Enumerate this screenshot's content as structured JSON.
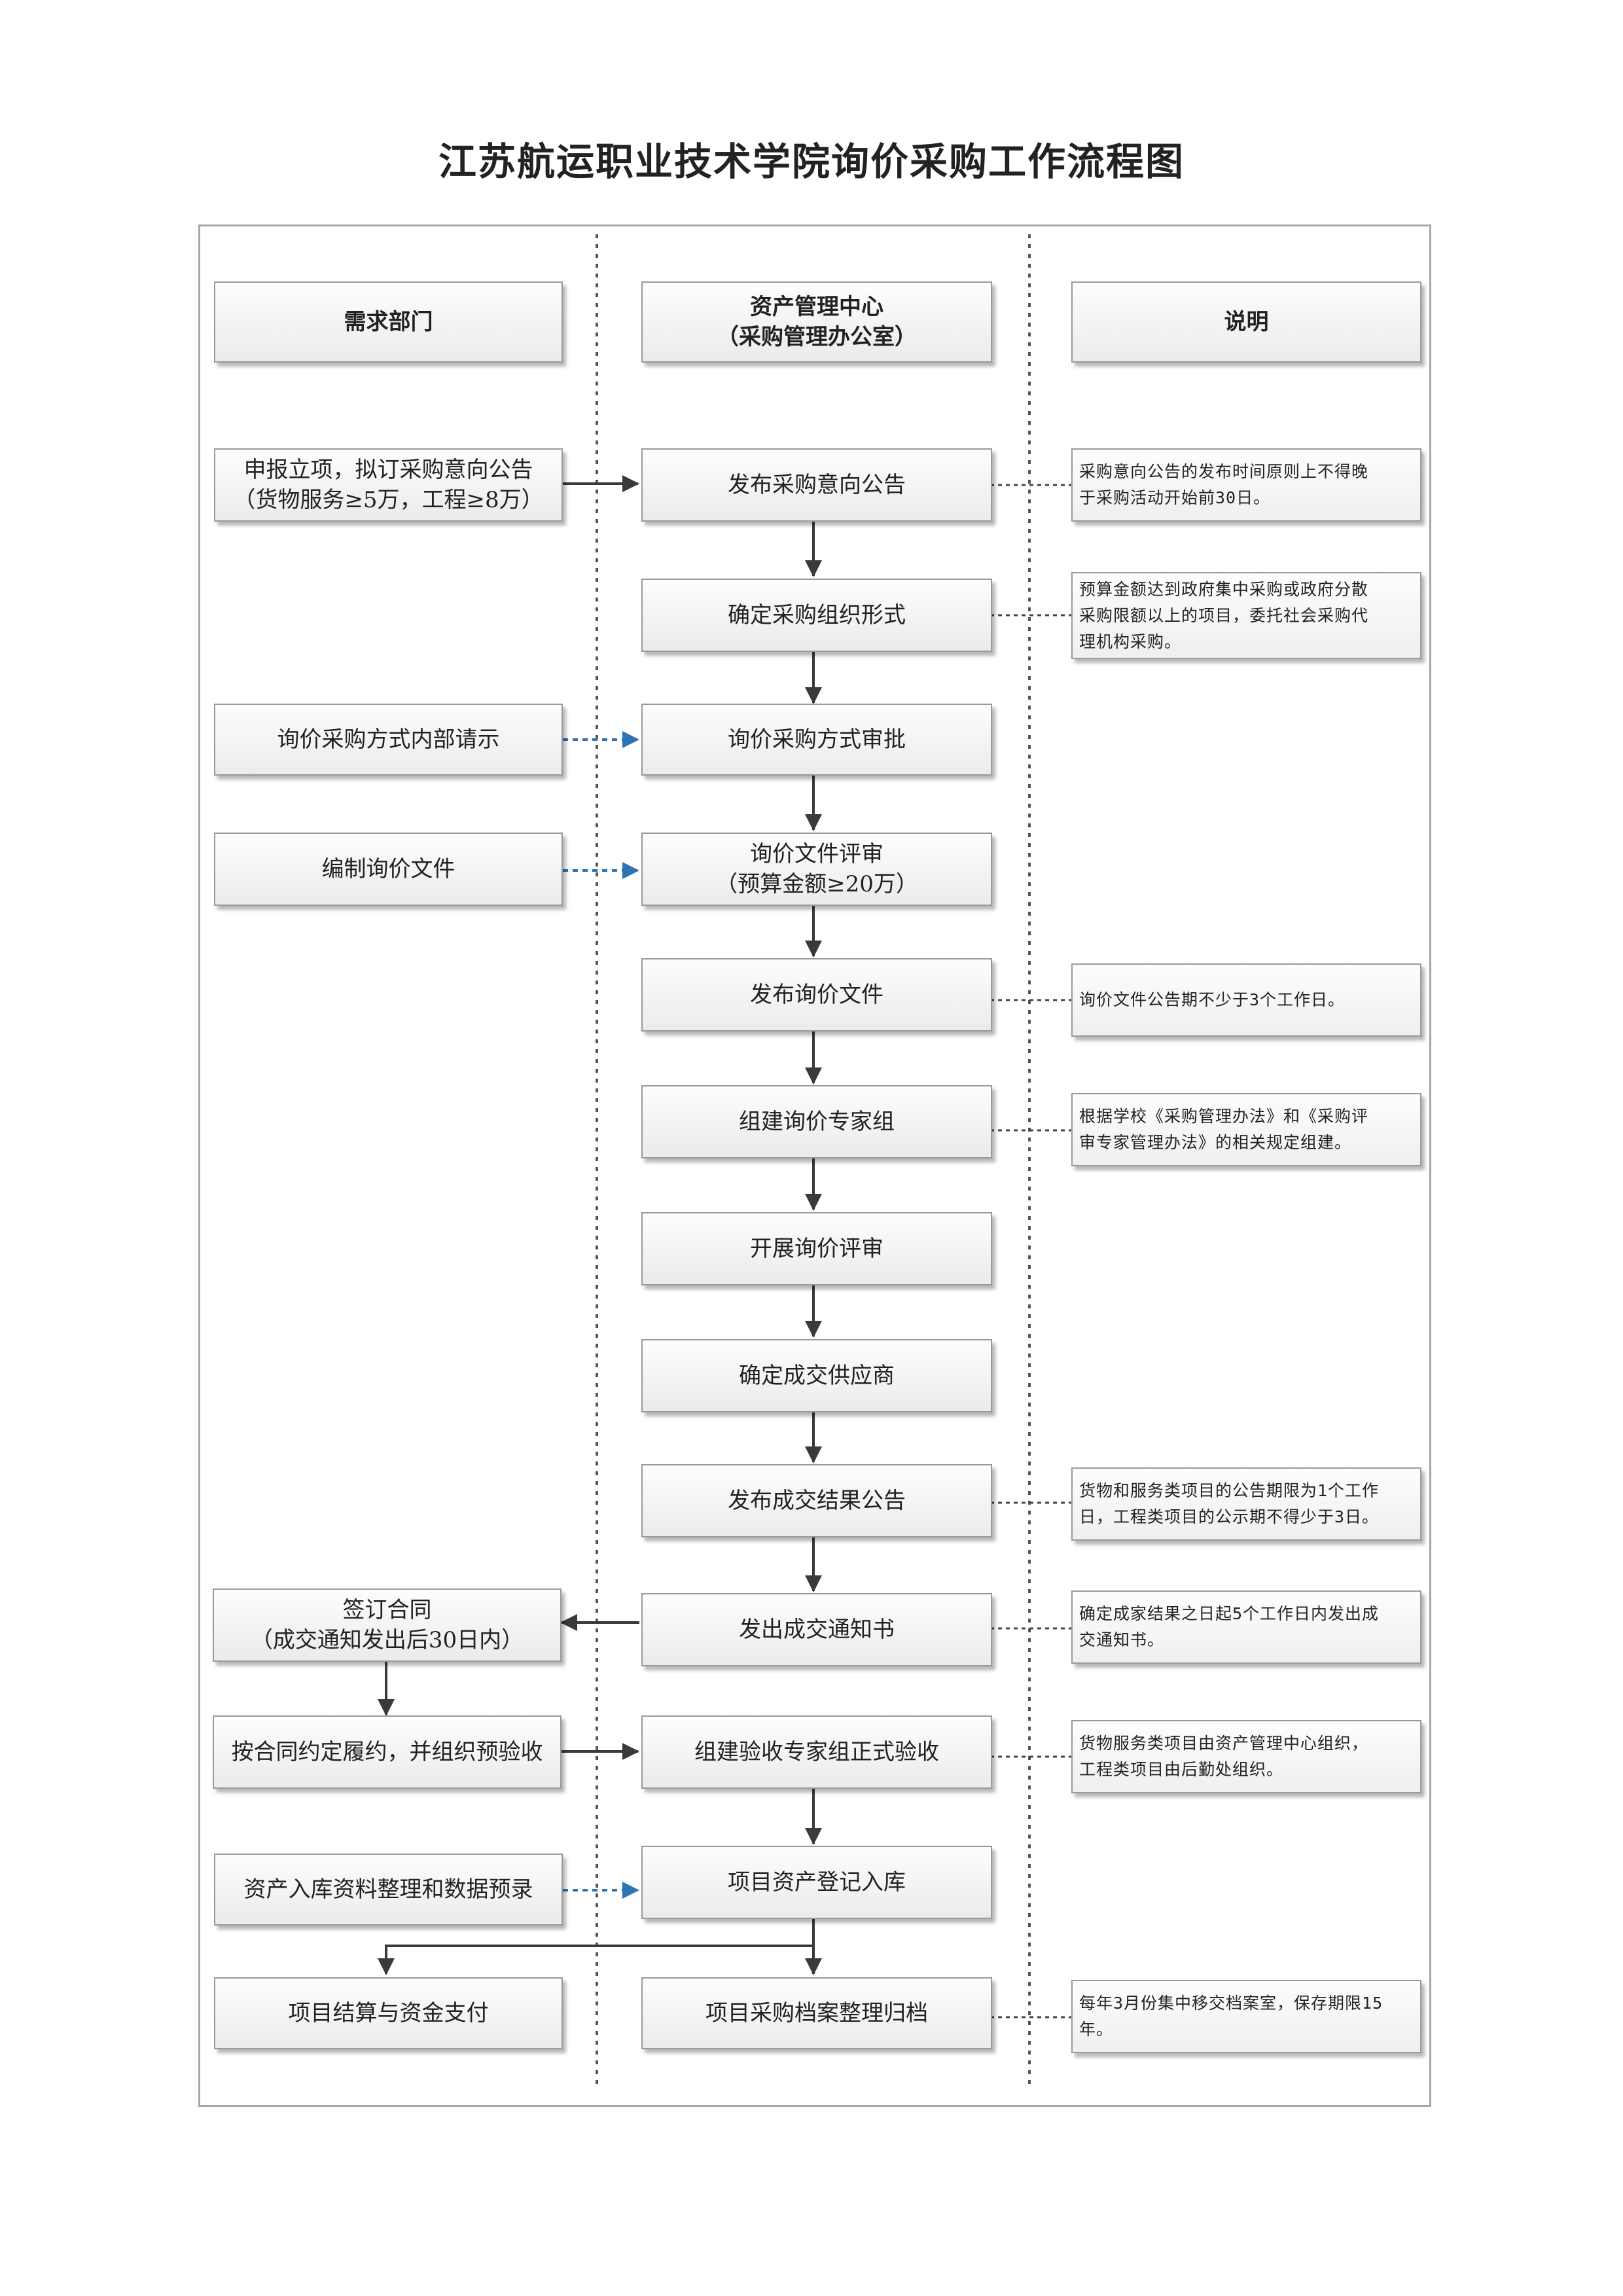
{
  "title": "江苏航运职业技术学院询价采购工作流程图",
  "headers": {
    "demand": "需求部门",
    "center_line1": "资产管理中心",
    "center_line2": "（采购管理办公室）",
    "notes": "说明"
  },
  "left": {
    "apply_line1": "申报立项，拟订采购意向公告",
    "apply_line2": "（货物服务≥5万，工程≥8万）",
    "inquiry_request": "询价采购方式内部请示",
    "compile_docs": "编制询价文件",
    "sign_line1": "签订合同",
    "sign_line2": "（成交通知发出后30日内）",
    "perform": "按合同约定履约，并组织预验收",
    "asset_data": "资产入库资料整理和数据预录",
    "settlement": "项目结算与资金支付"
  },
  "center": {
    "publish_intent": "发布采购意向公告",
    "org_form": "确定采购组织形式",
    "approval": "询价采购方式审批",
    "review_line1": "询价文件评审",
    "review_line2": "（预算金额≥20万）",
    "publish_docs": "发布询价文件",
    "expert_group": "组建询价专家组",
    "evaluation": "开展询价评审",
    "supplier": "确定成交供应商",
    "result": "发布成交结果公告",
    "notice": "发出成交通知书",
    "acceptance": "组建验收专家组正式验收",
    "register": "项目资产登记入库",
    "archive": "项目采购档案整理归档"
  },
  "notes": {
    "n1_l1": "采购意向公告的发布时间原则上不得晚",
    "n1_l2": "于采购活动开始前30日。",
    "n2_l1": "预算金额达到政府集中采购或政府分散",
    "n2_l2": "采购限额以上的项目，委托社会采购代",
    "n2_l3": "理机构采购。",
    "n3_l1": "询价文件公告期不少于3个工作日。",
    "n4_l1": "根据学校《采购管理办法》和《采购评",
    "n4_l2": "审专家管理办法》的相关规定组建。",
    "n5_l1": "货物和服务类项目的公告期限为1个工作",
    "n5_l2": "日，工程类项目的公示期不得少于3日。",
    "n6_l1": "确定成家结果之日起5个工作日内发出成",
    "n6_l2": "交通知书。",
    "n7_l1": "货物服务类项目由资产管理中心组织，",
    "n7_l2": "工程类项目由后勤处组织。",
    "n8_l1": "每年3月份集中移交档案室，保存期限15",
    "n8_l2": "年。"
  },
  "colors": {
    "arrow": "#3a3a3a",
    "dashed_arrow": "#2e74b5",
    "border": "#9a9a9a",
    "frame": "#a6a6a6"
  }
}
